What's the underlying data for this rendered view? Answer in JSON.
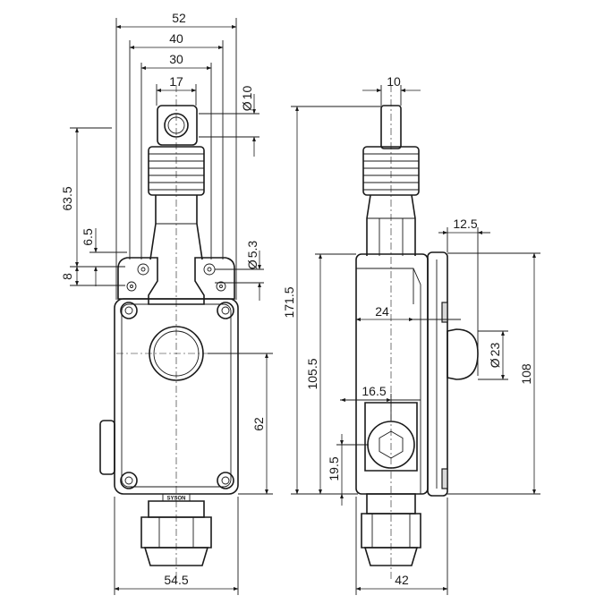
{
  "dimensions": {
    "front_top_52": "52",
    "front_top_40": "40",
    "front_top_30": "30",
    "front_top_17": "17",
    "front_diam_10": "10",
    "front_63_5": "63.5",
    "front_6_5": "6.5",
    "front_8": "8",
    "front_diam_5_3": "5.3",
    "front_62": "62",
    "front_bottom_54_5": "54.5",
    "side_top_10": "10",
    "side_12_5": "12.5",
    "side_171_5": "171.5",
    "side_24": "24",
    "side_105_5": "105.5",
    "side_diam_23": "23",
    "side_108": "108",
    "side_16_5": "16.5",
    "side_19_5": "19.5",
    "side_bottom_42": "42"
  },
  "symbols": {
    "diameter": "Ø"
  },
  "brand_mark": "SYSON"
}
